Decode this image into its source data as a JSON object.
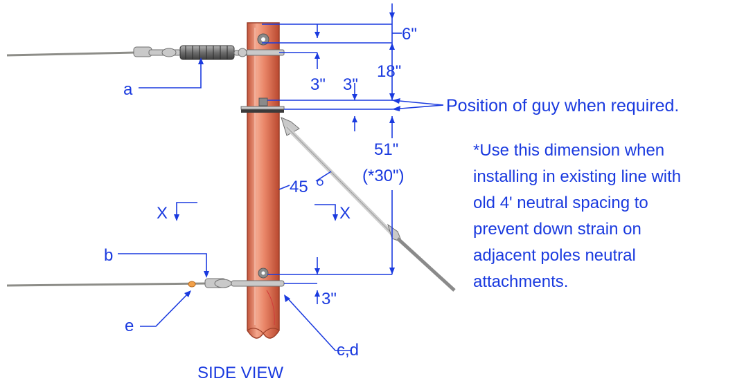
{
  "labels": {
    "a": "a",
    "b": "b",
    "e": "e",
    "cd": "c,d",
    "dim_6": "6\"",
    "dim_3_top": "3\"",
    "dim_3_guy": "3\"",
    "dim_18": "18\"",
    "dim_51": "51\"",
    "dim_30": "(*30\")",
    "dim_3_bottom": "3\"",
    "angle_45": "45",
    "x_left": "X",
    "x_right": "X",
    "guy_note": "Position of guy when required.",
    "side_view": "SIDE VIEW"
  },
  "note_lines": [
    "*Use this dimension when",
    "installing in existing line with",
    "old 4' neutral spacing to",
    "prevent down strain on",
    "adjacent poles neutral",
    "attachments."
  ],
  "colors": {
    "annotation": "#1a3adf",
    "pole": "#e07a5c",
    "pole_edge": "#b24a2e",
    "wire": "#8d8d88",
    "hardware": "#c9c9c9"
  }
}
